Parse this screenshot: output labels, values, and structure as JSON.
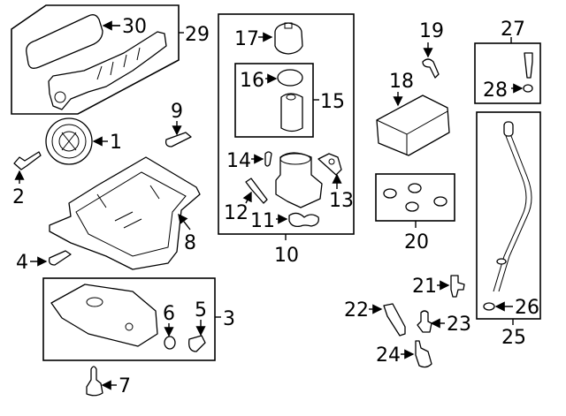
{
  "diagram": {
    "title": "Engine Parts Diagram",
    "callouts": [
      {
        "id": "1",
        "label": "1",
        "part": "crankshaft-pulley"
      },
      {
        "id": "2",
        "label": "2",
        "part": "pulley-bolt"
      },
      {
        "id": "3",
        "label": "3",
        "part": "lower-oil-pan-assembly"
      },
      {
        "id": "4",
        "label": "4",
        "part": "dowel-pin"
      },
      {
        "id": "5",
        "label": "5",
        "part": "drain-plug"
      },
      {
        "id": "6",
        "label": "6",
        "part": "drain-plug-gasket"
      },
      {
        "id": "7",
        "label": "7",
        "part": "oil-level-sensor"
      },
      {
        "id": "8",
        "label": "8",
        "part": "upper-oil-pan"
      },
      {
        "id": "9",
        "label": "9",
        "part": "dowel-pin"
      },
      {
        "id": "10",
        "label": "10",
        "part": "oil-filter-housing-assembly"
      },
      {
        "id": "11",
        "label": "11",
        "part": "housing-gasket"
      },
      {
        "id": "12",
        "label": "12",
        "part": "bracket"
      },
      {
        "id": "13",
        "label": "13",
        "part": "sensor-bracket"
      },
      {
        "id": "14",
        "label": "14",
        "part": "bolt"
      },
      {
        "id": "15",
        "label": "15",
        "part": "oil-filter-kit"
      },
      {
        "id": "16",
        "label": "16",
        "part": "o-ring"
      },
      {
        "id": "17",
        "label": "17",
        "part": "filter-cap"
      },
      {
        "id": "18",
        "label": "18",
        "part": "oil-cooler"
      },
      {
        "id": "19",
        "label": "19",
        "part": "cooler-bolt"
      },
      {
        "id": "20",
        "label": "20",
        "part": "cooler-seal-kit"
      },
      {
        "id": "21",
        "label": "21",
        "part": "sensor"
      },
      {
        "id": "22",
        "label": "22",
        "part": "sensor"
      },
      {
        "id": "23",
        "label": "23",
        "part": "pressure-switch"
      },
      {
        "id": "24",
        "label": "24",
        "part": "pressure-sensor"
      },
      {
        "id": "25",
        "label": "25",
        "part": "dipstick-tube-assembly"
      },
      {
        "id": "26",
        "label": "26",
        "part": "tube-o-ring"
      },
      {
        "id": "27",
        "label": "27",
        "part": "tube-bolt-kit"
      },
      {
        "id": "28",
        "label": "28",
        "part": "washer"
      },
      {
        "id": "29",
        "label": "29",
        "part": "engine-cover-assembly"
      },
      {
        "id": "30",
        "label": "30",
        "part": "cover-insulator"
      }
    ]
  }
}
